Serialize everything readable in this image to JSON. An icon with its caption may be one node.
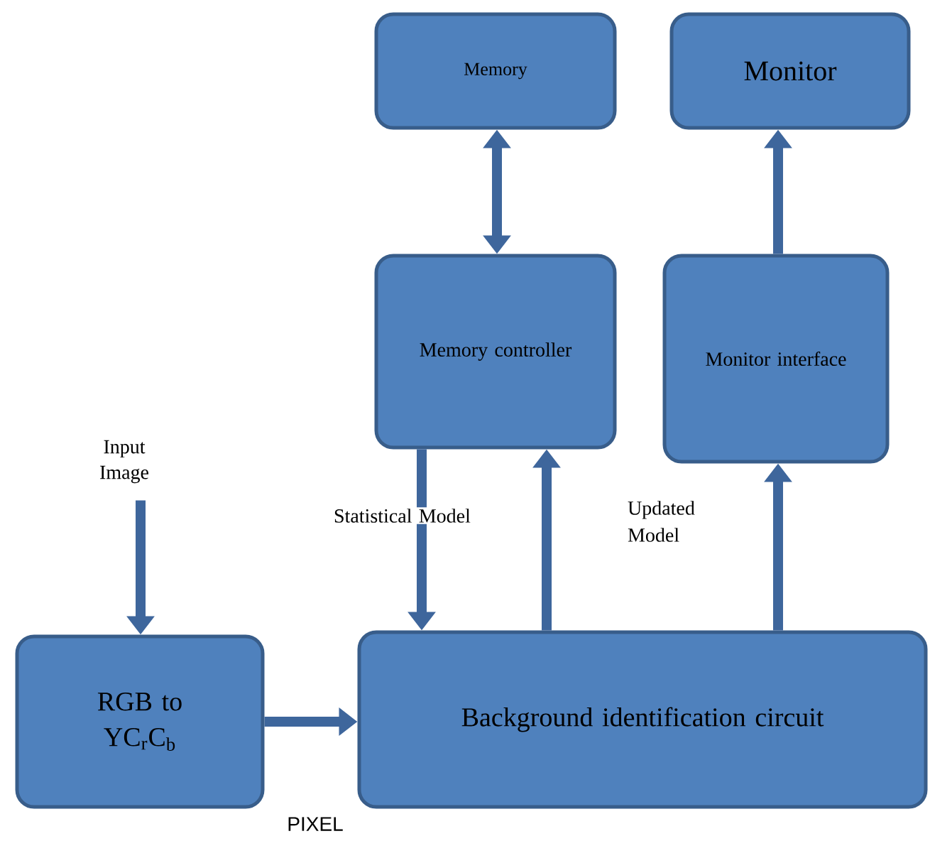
{
  "diagram": {
    "nodes": [
      {
        "text": [
          "Memory"
        ]
      },
      {
        "text": [
          "Monitor"
        ]
      },
      {
        "text": [
          "Memory controller"
        ]
      },
      {
        "text": [
          "Monitor interface"
        ]
      },
      {
        "text": [
          "Input Image"
        ]
      },
      {
        "text": [
          "RGB to YC$_{r}$C$_{b}$"
        ]
      },
      {
        "text": [
          "Background identification circuit"
        ]
      }
    ],
    "edges": [
      {
        "from": 0,
        "to": 2,
        "arrow": "both"
      },
      {
        "from": 3,
        "to": 1,
        "arrow": "to"
      },
      {
        "from": 4,
        "to": 5,
        "arrow": "to"
      },
      {
        "from": 5,
        "to": 6,
        "arrow": "to",
        "label": "PIXEL"
      },
      {
        "from": 2,
        "to": 6,
        "arrow": "to",
        "label": "Statistical Model"
      },
      {
        "from": 6,
        "to": 2,
        "arrow": "to",
        "label": "Updated Model"
      },
      {
        "from": 6,
        "to": 3,
        "arrow": "to"
      }
    ]
  }
}
